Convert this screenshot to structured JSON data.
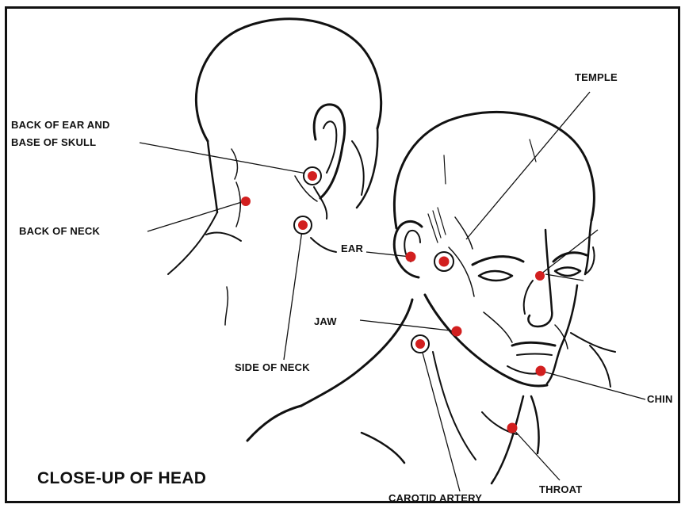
{
  "diagram": {
    "title": "CLOSE-UP OF HEAD",
    "accent_color": "#d21f1f",
    "labels": {
      "back_ear": "BACK OF EAR AND",
      "base_skull": "BASE OF SKULL",
      "back_neck": "BACK OF NECK",
      "side_neck": "SIDE OF NECK",
      "temple": "TEMPLE",
      "ear": "EAR",
      "jaw": "JAW",
      "chin": "CHIN",
      "carotid": "CAROTID ARTERY",
      "throat": "THROAT"
    }
  }
}
